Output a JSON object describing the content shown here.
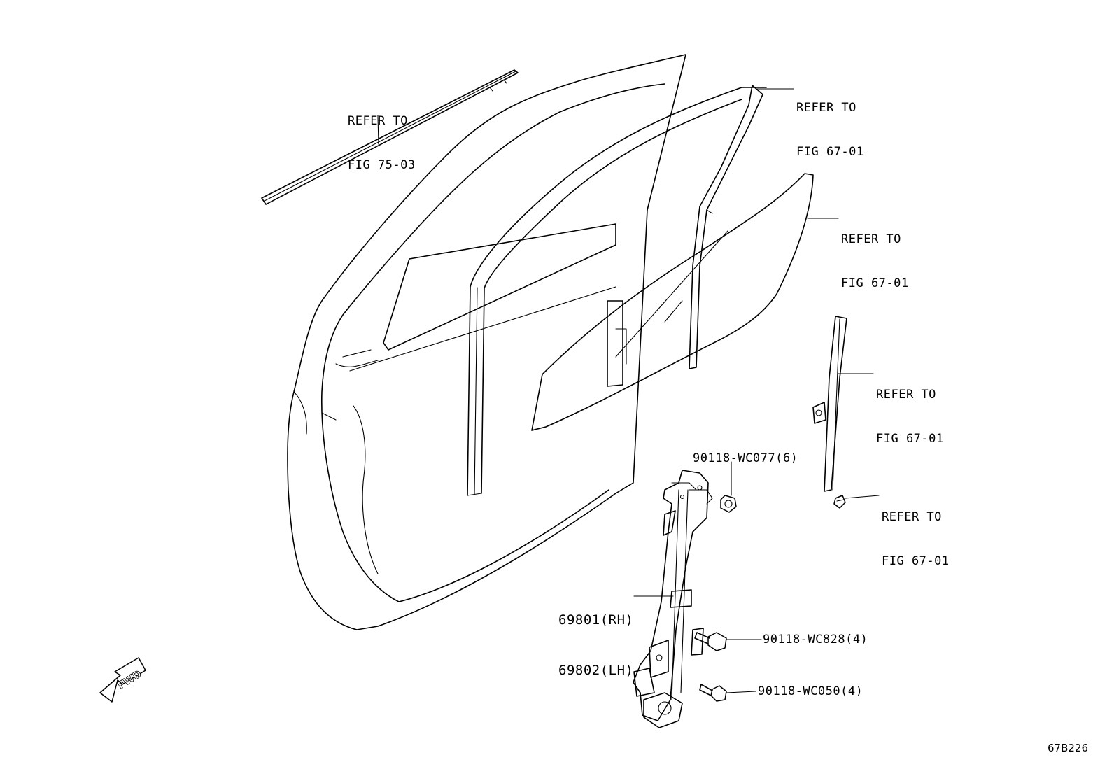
{
  "callouts": {
    "belt_molding": {
      "line1": "REFER TO",
      "line2": "FIG 75-03"
    },
    "door_frame_top": {
      "line1": "REFER TO",
      "line2": "FIG 67-01"
    },
    "door_glass": {
      "line1": "REFER TO",
      "line2": "FIG 67-01"
    },
    "rear_channel": {
      "line1": "REFER TO",
      "line2": "FIG 67-01"
    },
    "channel_bolt": {
      "line1": "REFER TO",
      "line2": "FIG 67-01"
    }
  },
  "parts": {
    "nut": "90118-WC077(6)",
    "regulator_rh": "69801(RH)",
    "regulator_lh": "69802(LH)",
    "bolt_upper": "90118-WC828(4)",
    "bolt_lower": "90118-WC050(4)"
  },
  "fwd_arrow": {
    "label": "FWD"
  },
  "figure_code": "67B226"
}
